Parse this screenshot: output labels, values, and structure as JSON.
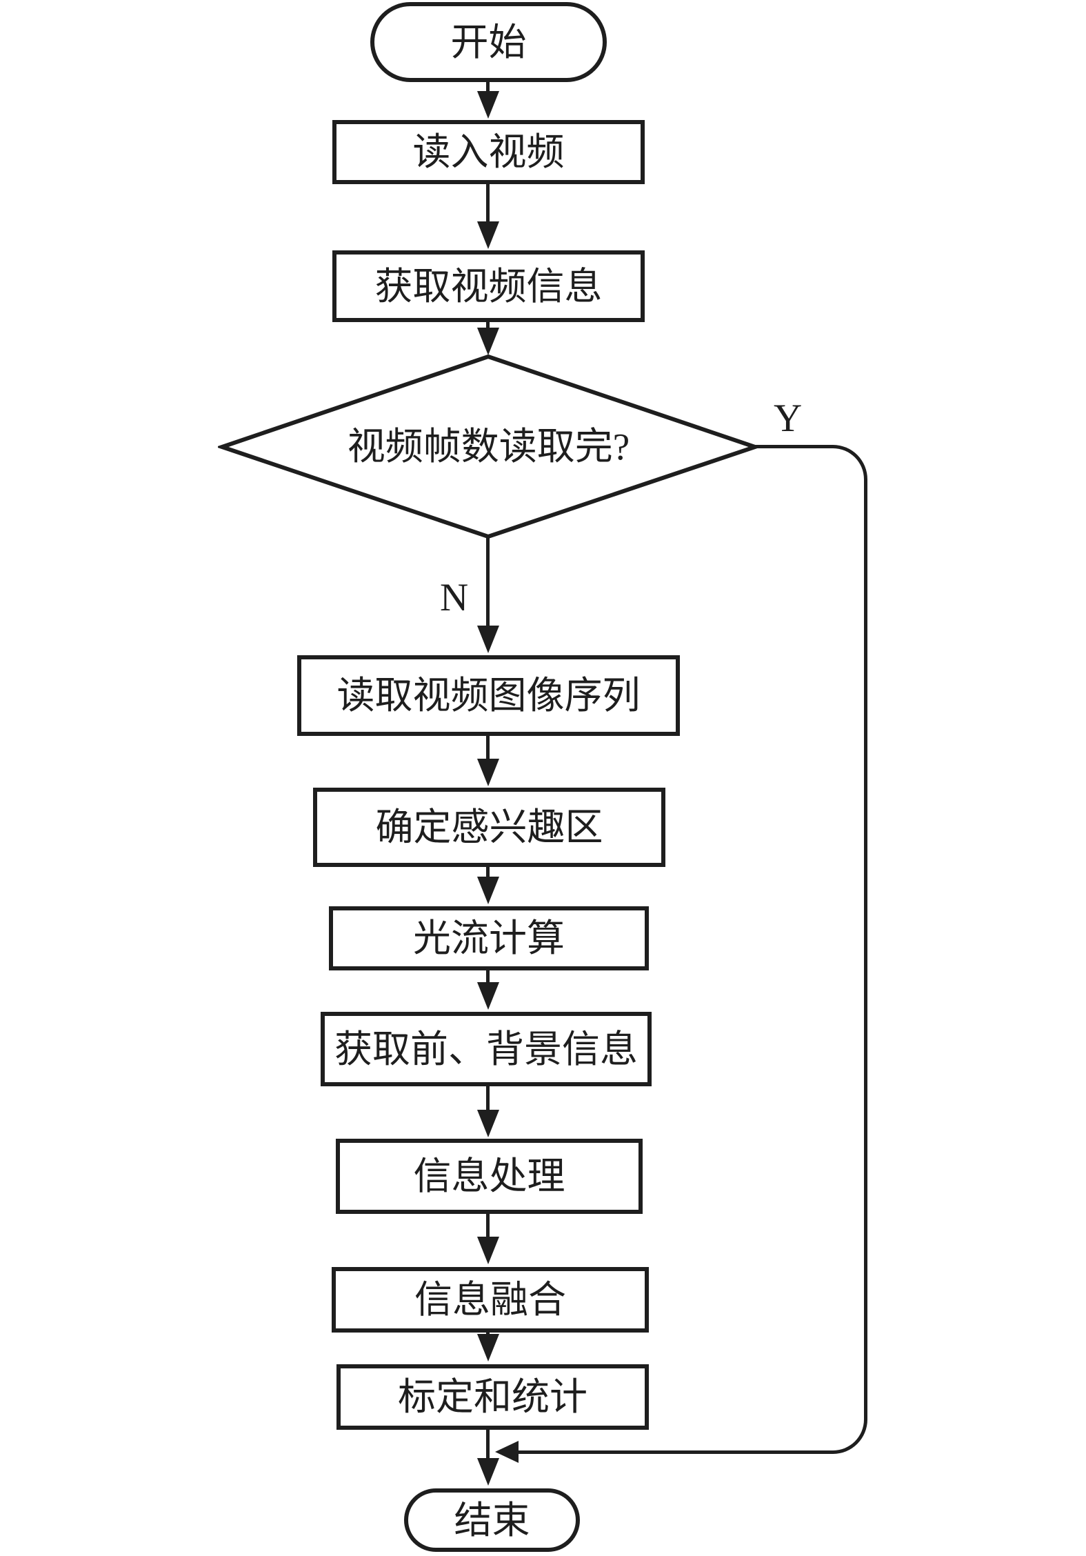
{
  "figure": {
    "type": "flowchart",
    "background_color": "#ffffff",
    "line_color": "#1e1e1e"
  },
  "nodes": {
    "start": {
      "label": "开始",
      "shape": "stadium"
    },
    "read_video": {
      "label": "读入视频",
      "shape": "process"
    },
    "get_video_info": {
      "label": "获取视频信息",
      "shape": "process"
    },
    "frames_read_done": {
      "label": "视频帧数读取完?",
      "shape": "decision"
    },
    "read_image_sequence": {
      "label": "读取视频图像序列",
      "shape": "process"
    },
    "determine_roi": {
      "label": "确定感兴趣区",
      "shape": "process"
    },
    "optical_flow": {
      "label": "光流计算",
      "shape": "process"
    },
    "get_fg_bg_info": {
      "label": "获取前、背景信息",
      "shape": "process"
    },
    "info_processing": {
      "label": "信息处理",
      "shape": "process"
    },
    "info_fusion": {
      "label": "信息融合",
      "shape": "process"
    },
    "calibration_statistics": {
      "label": "标定和统计",
      "shape": "process"
    },
    "end": {
      "label": "结束",
      "shape": "stadium"
    }
  },
  "branch_labels": {
    "yes": "Y",
    "no": "N"
  },
  "edges": [
    {
      "from": "start",
      "to": "read_video",
      "label": ""
    },
    {
      "from": "read_video",
      "to": "get_video_info",
      "label": ""
    },
    {
      "from": "get_video_info",
      "to": "frames_read_done",
      "label": ""
    },
    {
      "from": "frames_read_done",
      "to": "read_image_sequence",
      "label": "N"
    },
    {
      "from": "frames_read_done",
      "to": "end",
      "label": "Y"
    },
    {
      "from": "read_image_sequence",
      "to": "determine_roi",
      "label": ""
    },
    {
      "from": "determine_roi",
      "to": "optical_flow",
      "label": ""
    },
    {
      "from": "optical_flow",
      "to": "get_fg_bg_info",
      "label": ""
    },
    {
      "from": "get_fg_bg_info",
      "to": "info_processing",
      "label": ""
    },
    {
      "from": "info_processing",
      "to": "info_fusion",
      "label": ""
    },
    {
      "from": "info_fusion",
      "to": "calibration_statistics",
      "label": ""
    },
    {
      "from": "calibration_statistics",
      "to": "end",
      "label": ""
    }
  ]
}
